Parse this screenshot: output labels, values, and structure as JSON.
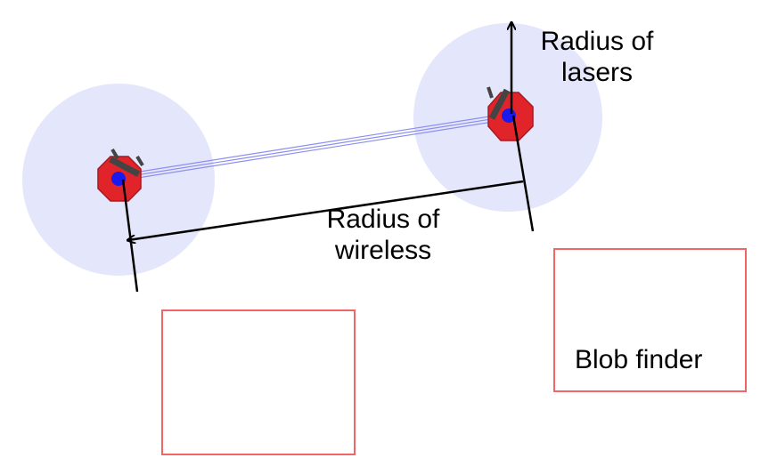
{
  "labels": {
    "radius_of_lasers": [
      "Radius of",
      "lasers"
    ],
    "radius_of_wireless": [
      "Radius of",
      "wireless"
    ],
    "blob_finder": "Blob finder"
  },
  "colors": {
    "laser_range_fill": "#e4e6fb",
    "robot_body": "#e0242a",
    "robot_center": "#1a1aee",
    "wireless_link": "#8d8ef0",
    "blob_finder_box": "#f06666",
    "arrow": "#000000"
  },
  "icons": {
    "robot": "octagon-robot-icon"
  }
}
